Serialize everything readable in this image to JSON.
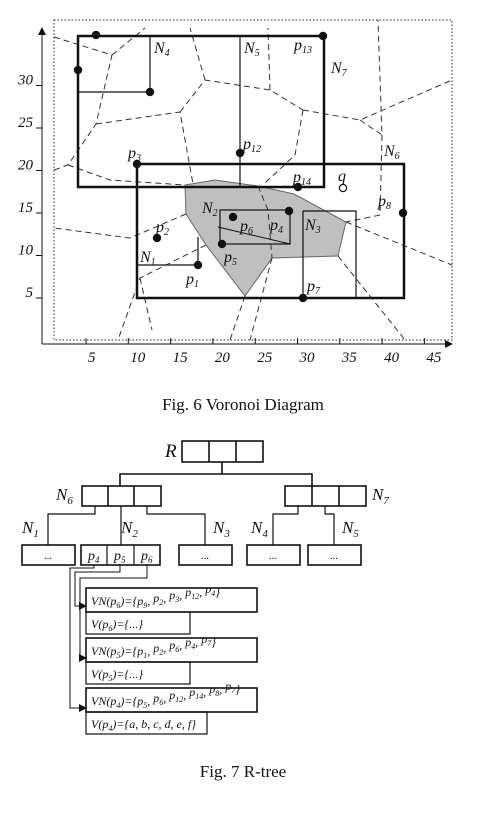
{
  "fig6": {
    "caption": "Fig. 6 Voronoi Diagram",
    "x_ticks": [
      "5",
      "10",
      "15",
      "20",
      "25",
      "30",
      "35",
      "40",
      "45"
    ],
    "y_ticks": [
      "5",
      "10",
      "15",
      "20",
      "25",
      "30"
    ],
    "points": {
      "p1": {
        "main": "p",
        "sub": "1"
      },
      "p2": {
        "main": "p",
        "sub": "2"
      },
      "p3": {
        "main": "p",
        "sub": "3"
      },
      "p4": {
        "main": "p",
        "sub": "4"
      },
      "p5": {
        "main": "p",
        "sub": "5"
      },
      "p6": {
        "main": "p",
        "sub": "6"
      },
      "p7": {
        "main": "p",
        "sub": "7"
      },
      "p8": {
        "main": "p",
        "sub": "8"
      },
      "p12": {
        "main": "p",
        "sub": "12"
      },
      "p13": {
        "main": "p",
        "sub": "13"
      },
      "p14": {
        "main": "p",
        "sub": "14"
      }
    },
    "query": "q",
    "nodes": {
      "N1": {
        "main": "N",
        "sub": "1"
      },
      "N2": {
        "main": "N",
        "sub": "2"
      },
      "N3": {
        "main": "N",
        "sub": "3"
      },
      "N4": {
        "main": "N",
        "sub": "4"
      },
      "N5": {
        "main": "N",
        "sub": "5"
      },
      "N6": {
        "main": "N",
        "sub": "6"
      },
      "N7": {
        "main": "N",
        "sub": "7"
      }
    }
  },
  "fig7": {
    "caption": "Fig. 7  R-tree",
    "root": "R",
    "nodes": {
      "N1": {
        "main": "N",
        "sub": "1"
      },
      "N2": {
        "main": "N",
        "sub": "2"
      },
      "N3": {
        "main": "N",
        "sub": "3"
      },
      "N4": {
        "main": "N",
        "sub": "4"
      },
      "N5": {
        "main": "N",
        "sub": "5"
      },
      "N6": {
        "main": "N",
        "sub": "6"
      },
      "N7": {
        "main": "N",
        "sub": "7"
      }
    },
    "ellipsis": "...",
    "leaf_entries": [
      {
        "main": "p",
        "sub": "4"
      },
      {
        "main": "p",
        "sub": "5"
      },
      {
        "main": "p",
        "sub": "6"
      }
    ],
    "records": [
      {
        "vn_prefix": "VN(p",
        "vn_sub": "6",
        "vn_mid": ")={",
        "vn_list": [
          [
            "p",
            "9"
          ],
          [
            "p",
            "2"
          ],
          [
            "p",
            "3"
          ],
          [
            "p",
            "12"
          ],
          [
            "p",
            "4"
          ]
        ],
        "vn_suffix": "}",
        "v_prefix": "V(p",
        "v_sub": "6",
        "v_text": ")={...}"
      },
      {
        "vn_prefix": "VN(p",
        "vn_sub": "5",
        "vn_mid": ")={",
        "vn_list": [
          [
            "p",
            "1"
          ],
          [
            "p",
            "2"
          ],
          [
            "p",
            "6"
          ],
          [
            "p",
            "4"
          ],
          [
            "p",
            "7"
          ]
        ],
        "vn_suffix": "}",
        "v_prefix": "V(p",
        "v_sub": "5",
        "v_text": ")={...}"
      },
      {
        "vn_prefix": "VN(p",
        "vn_sub": "4",
        "vn_mid": ")={",
        "vn_list": [
          [
            "p",
            "5"
          ],
          [
            "p",
            "6"
          ],
          [
            "p",
            "12"
          ],
          [
            "p",
            "14"
          ],
          [
            "p",
            "8"
          ],
          [
            "p",
            "7"
          ]
        ],
        "vn_suffix": "}",
        "v_prefix": "V(p",
        "v_sub": "4",
        "v_text": ")={a, b, c, d, e, f}"
      }
    ]
  }
}
